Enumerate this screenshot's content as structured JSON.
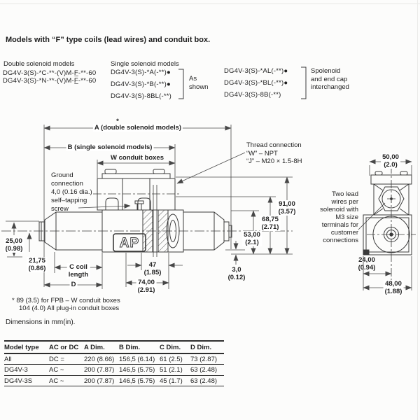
{
  "page": {
    "title": "Models with “F” type coils (lead wires) and conduit box."
  },
  "models": {
    "double": {
      "heading": "Double solenoid models",
      "codes": [
        "DG4V-3(S)-*C-**-(V)M-F̲-**-60",
        "DG4V-3(S)-*N-**-(V)M-F̲-**-60"
      ]
    },
    "single": {
      "heading": "Single solenoid models",
      "codes": [
        "DG4V-3(S)-*A(-**)●",
        "DG4V-3(S)-*B(-**)●",
        "DG4V-3(S)-8BL(-**)"
      ],
      "note": [
        "As",
        "shown"
      ]
    },
    "interchanged": {
      "codes": [
        "DG4V-3(S)-*AL(-**)●",
        "DG4V-3(S)-*BL(-**)●",
        "DG4V-3(S)-8B(-**)"
      ],
      "note": [
        "Spolenoid",
        "and end cap",
        "interchanged"
      ]
    }
  },
  "main_view": {
    "dim_a_label": "A (double solenoid models)",
    "asterisk": "*",
    "dim_b_label": "B (single solenoid models)",
    "dim_w_label": "W conduit boxes",
    "thread_note": [
      "Thread connection",
      "“W” – NPT",
      "“J” – M20 × 1.5-8H"
    ],
    "ground_note": [
      "Ground",
      "connection",
      "4,0 (0.16 dia.)",
      "self–tapping",
      "screw"
    ],
    "logo": "AP",
    "dims": {
      "h91": {
        "mm": "91,00",
        "in": "(3.57)"
      },
      "h68": {
        "mm": "68,75",
        "in": "(2.71)"
      },
      "h53": {
        "mm": "53,00",
        "in": "(2.1)"
      },
      "gap3": {
        "mm": "3,0",
        "in": "(0.12)"
      },
      "left25": {
        "mm": "25,00",
        "in": "(0.98)"
      },
      "left21": {
        "mm": "21,75",
        "in": "(0.86)"
      },
      "w47": {
        "mm": "47",
        "in": "(1.85)"
      },
      "w74": {
        "mm": "74,00",
        "in": "(2.91)"
      },
      "c_label": [
        "C coil",
        "length"
      ],
      "d_label": "D"
    }
  },
  "end_view": {
    "dim50": {
      "mm": "50,00",
      "in": "(2.0)"
    },
    "dim24": {
      "mm": "24,00",
      "in": "(0.94)"
    },
    "dim48": {
      "mm": "48,00",
      "in": "(1.88)"
    },
    "lead_note": [
      "Two lead",
      "wires per",
      "solenoid with",
      "M3 size",
      "terminals for",
      "customer",
      "connections"
    ]
  },
  "footnotes": {
    "line1": "* 89 (3.5) for FPB – W conduit boxes",
    "line2": "104 (4.0) All plug-in conduit boxes",
    "units": "Dimensions in mm(in)."
  },
  "table": {
    "headers": [
      "Model type",
      "AC or DC",
      "A Dim.",
      "B Dim.",
      "C Dim.",
      "D Dim."
    ],
    "rows": [
      [
        "All",
        "DC =",
        "220 (8.66)",
        "156,5 (6.14)",
        "61 (2.5)",
        "73 (2.87)"
      ],
      [
        "DG4V-3",
        "AC ~",
        "200 (7.87)",
        "146,5 (5.75)",
        "51 (2.1)",
        "63 (2.48)"
      ],
      [
        "DG4V-3S",
        "AC ~",
        "200 (7.87)",
        "146,5 (5.75)",
        "45 (1.7)",
        "63 (2.48)"
      ]
    ]
  }
}
